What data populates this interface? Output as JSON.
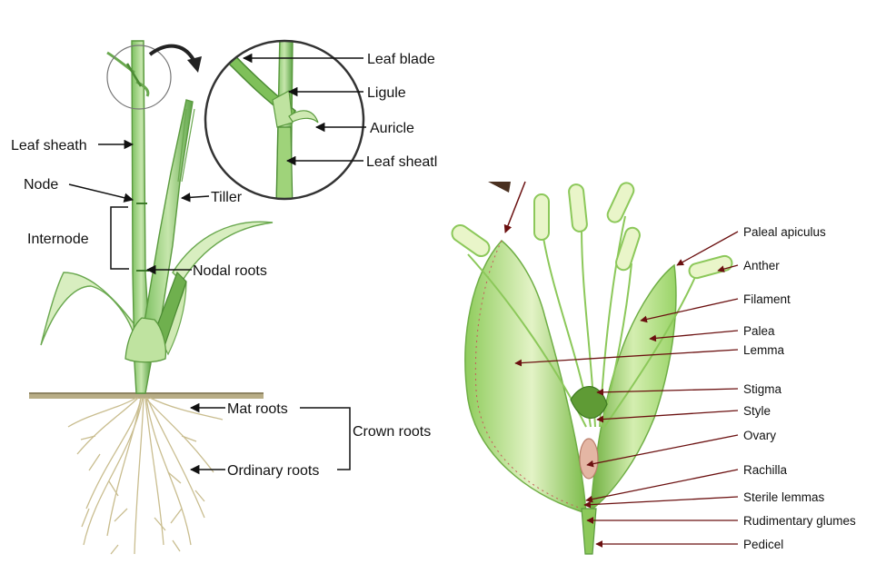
{
  "plant": {
    "labels": {
      "leaf_sheath": "Leaf sheath",
      "node": "Node",
      "tiller": "Tiller",
      "internode": "Internode",
      "nodal_roots": "Nodal roots",
      "mat_roots": "Mat roots",
      "ordinary_roots": "Ordinary roots",
      "crown_roots": "Crown roots"
    },
    "zoom_labels": {
      "leaf_blade": "Leaf blade",
      "ligule": "Ligule",
      "auricle": "Auricle",
      "leaf_sheath": "Leaf sheatl"
    }
  },
  "spikelet": {
    "labels": {
      "paleal_apiculus": "Paleal apiculus",
      "anther": "Anther",
      "filament": "Filament",
      "palea": "Palea",
      "lemma": "Lemma",
      "stigma": "Stigma",
      "style": "Style",
      "ovary": "Ovary",
      "rachilla": "Rachilla",
      "sterile_lemmas": "Sterile lemmas",
      "rudimentary_glumes": "Rudimentary glumes",
      "pedicel": "Pedicel"
    }
  },
  "colors": {
    "stem_green": "#4f9a3a",
    "light_green": "#9fd37a",
    "pale_green": "#d7eeb8",
    "root": "#c9bd8f",
    "soil": "#b8ad86",
    "arrow_dark": "#6b1010",
    "arrow_black": "#111111"
  }
}
